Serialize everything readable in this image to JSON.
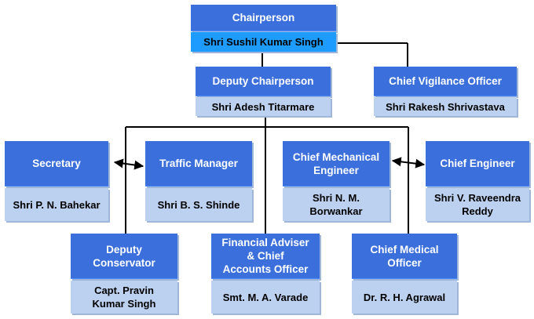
{
  "org_chart": {
    "chairperson": {
      "title": "Chairperson",
      "name": "Shri Sushil Kumar Singh"
    },
    "deputy_chairperson": {
      "title": "Deputy Chairperson",
      "name": "Shri Adesh Titarmare"
    },
    "chief_vigilance_officer": {
      "title": "Chief Vigilance Officer",
      "name": "Shri Rakesh Shrivastava"
    },
    "secretary": {
      "title": "Secretary",
      "name": "Shri P. N. Bahekar"
    },
    "traffic_manager": {
      "title": "Traffic Manager",
      "name": "Shri B. S. Shinde"
    },
    "chief_mechanical_engineer": {
      "title": "Chief Mechanical\nEngineer",
      "name": "Shri N. M.\nBorwankar"
    },
    "chief_engineer": {
      "title": "Chief Engineer",
      "name": "Shri V. Raveendra\nReddy"
    },
    "deputy_conservator": {
      "title": "Deputy\nConservator",
      "name": "Capt.  Pravin\nKumar Singh"
    },
    "financial_adviser": {
      "title": "Financial Adviser\n& Chief\nAccounts Officer",
      "name": "Smt. M. A. Varade"
    },
    "chief_medical_officer": {
      "title": "Chief Medical\nOfficer",
      "name": "Dr. R. H. Agrawal"
    }
  },
  "colors": {
    "title_box": "#3a6fdc",
    "name_box": "#bcd1ef",
    "chairperson_name_box": "#1e9bff",
    "connector": "#000000"
  }
}
